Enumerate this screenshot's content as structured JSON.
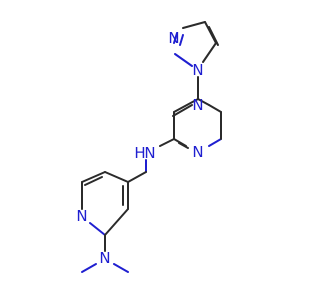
{
  "molecule": {
    "atoms": {
      "n_pyrazole_top": "N",
      "n_pyrazole_bottom": "N",
      "n_pyrimidine_top": "N",
      "n_pyrimidine_bottom": "N",
      "nh": "N",
      "nh_h": "H",
      "n_pyridine": "N",
      "n_dimethylamino": "N"
    },
    "colors": {
      "bond": "#2b2b2b",
      "nitrogen": "#1f1fd0",
      "background": "#ffffff"
    }
  }
}
